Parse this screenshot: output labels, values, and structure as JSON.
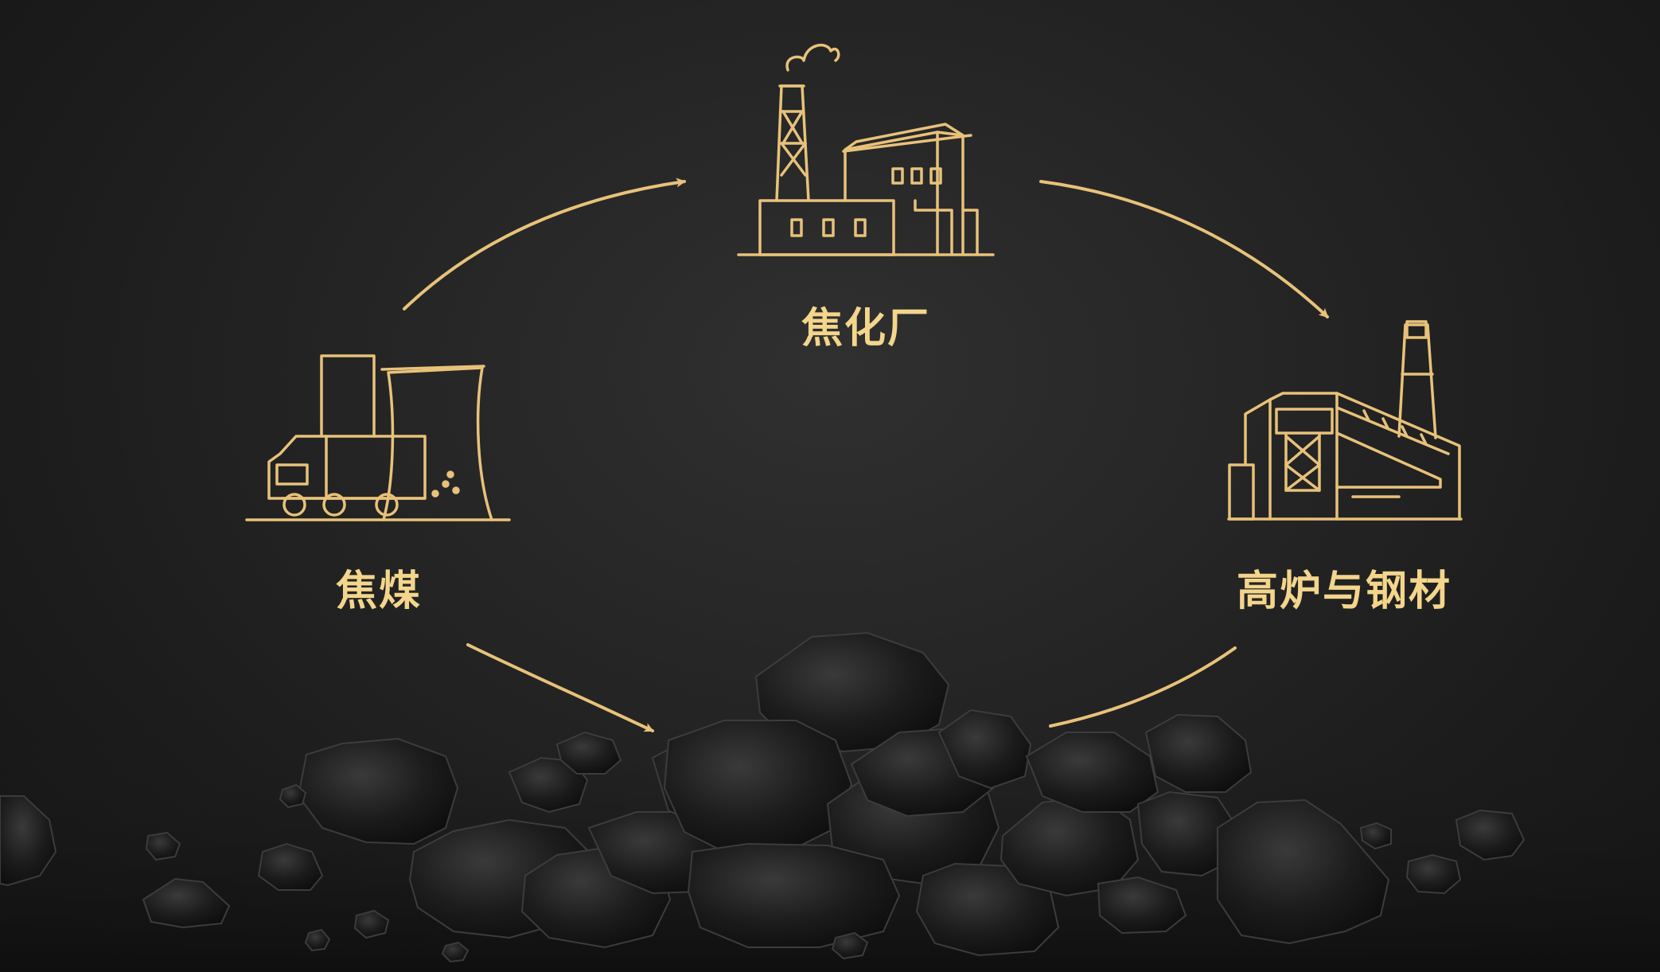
{
  "nodes": {
    "coking_coal": {
      "label": "焦煤",
      "icon": "coal-truck-cooling-tower-icon"
    },
    "coking_plant": {
      "label": "焦化厂",
      "icon": "coking-factory-icon"
    },
    "blast_furnace_steel": {
      "label": "高炉与钢材",
      "icon": "blast-furnace-steel-mill-icon"
    }
  },
  "colors": {
    "accent": "#f3d58c",
    "line": "#e8c27a",
    "background": "#262626",
    "coal": "#141414"
  }
}
